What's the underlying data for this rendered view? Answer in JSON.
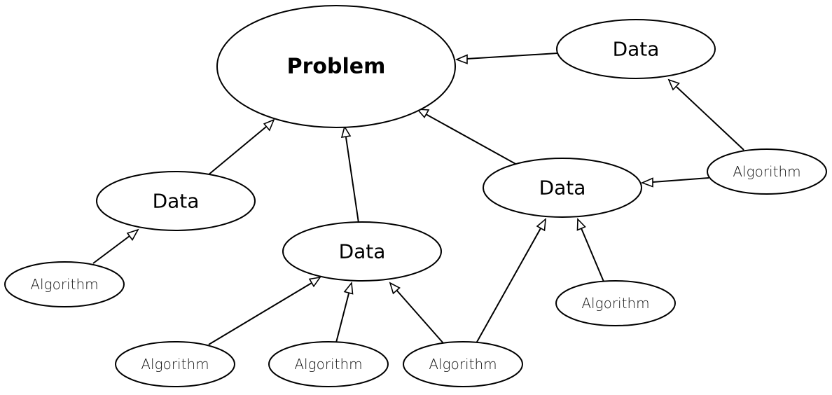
{
  "diagram": {
    "kind": "concept-graph",
    "edge_style": "hollow-triangle-arrow",
    "colors": {
      "stroke": "#000000",
      "fill": "#ffffff",
      "text": "#000000"
    },
    "nodes": [
      {
        "id": "problem",
        "label": "Problem",
        "type": "problem"
      },
      {
        "id": "data_tr",
        "label": "Data",
        "type": "data"
      },
      {
        "id": "data_l",
        "label": "Data",
        "type": "data"
      },
      {
        "id": "data_c",
        "label": "Data",
        "type": "data"
      },
      {
        "id": "data_r",
        "label": "Data",
        "type": "data"
      },
      {
        "id": "alg_r",
        "label": "Algorithm",
        "type": "algorithm"
      },
      {
        "id": "alg_l",
        "label": "Algorithm",
        "type": "algorithm"
      },
      {
        "id": "alg_rb",
        "label": "Algorithm",
        "type": "algorithm"
      },
      {
        "id": "alg_b1",
        "label": "Algorithm",
        "type": "algorithm"
      },
      {
        "id": "alg_b2",
        "label": "Algorithm",
        "type": "algorithm"
      },
      {
        "id": "alg_b3",
        "label": "Algorithm",
        "type": "algorithm"
      }
    ],
    "edges": [
      {
        "from": "data_tr",
        "to": "problem"
      },
      {
        "from": "data_l",
        "to": "problem"
      },
      {
        "from": "data_c",
        "to": "problem"
      },
      {
        "from": "data_r",
        "to": "problem"
      },
      {
        "from": "alg_r",
        "to": "data_tr"
      },
      {
        "from": "alg_r",
        "to": "data_r"
      },
      {
        "from": "alg_l",
        "to": "data_l"
      },
      {
        "from": "alg_rb",
        "to": "data_r"
      },
      {
        "from": "alg_b1",
        "to": "data_c"
      },
      {
        "from": "alg_b2",
        "to": "data_c"
      },
      {
        "from": "alg_b3",
        "to": "data_c"
      },
      {
        "from": "alg_b3",
        "to": "data_r"
      }
    ]
  }
}
